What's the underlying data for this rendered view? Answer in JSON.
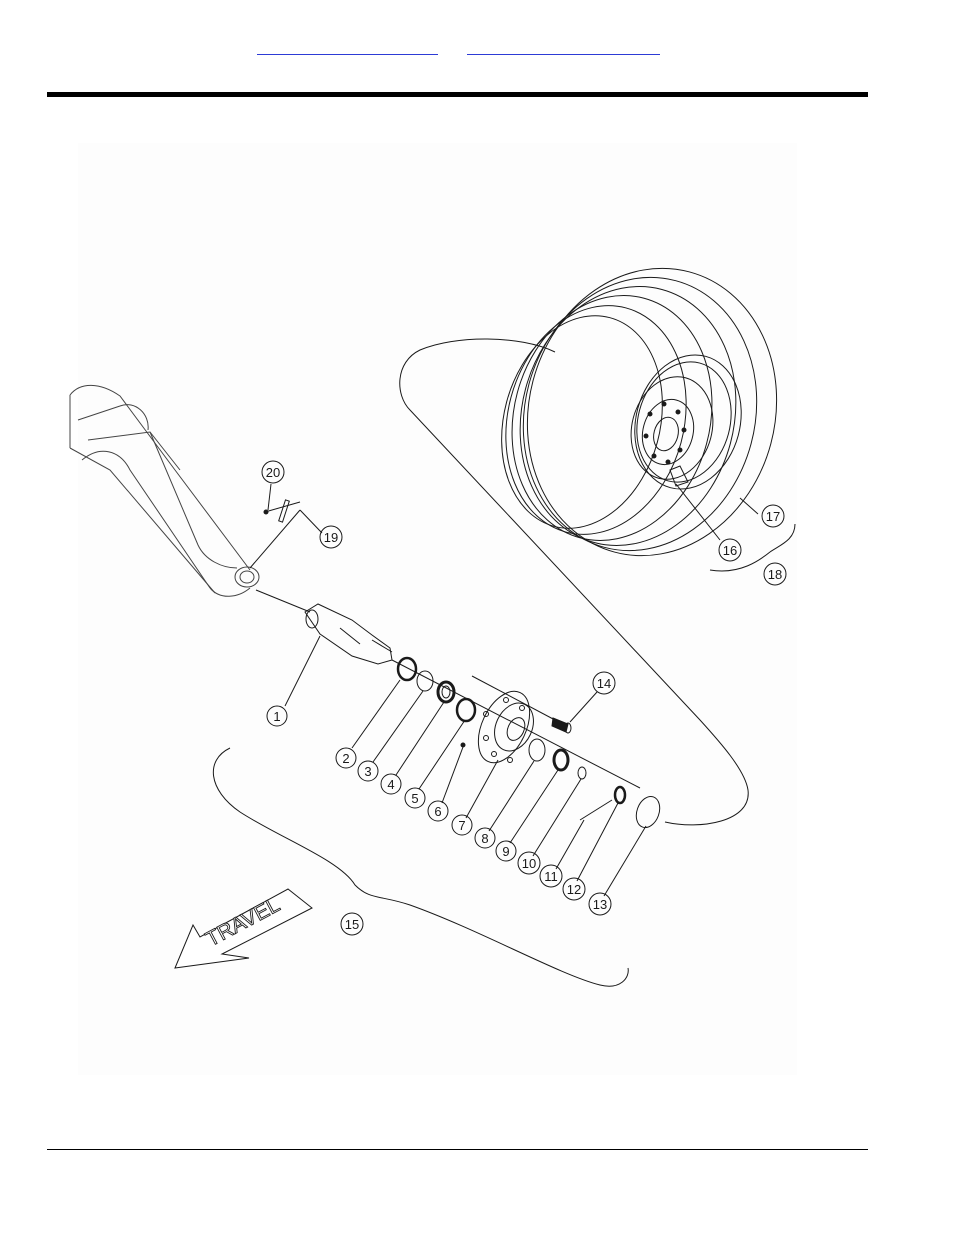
{
  "nav": {
    "link_left": "",
    "link_right": ""
  },
  "diagram": {
    "travel_label": "TRAVEL",
    "callouts": [
      "1",
      "2",
      "3",
      "4",
      "5",
      "6",
      "7",
      "8",
      "9",
      "10",
      "11",
      "12",
      "13",
      "14",
      "15",
      "16",
      "17",
      "18",
      "19",
      "20"
    ]
  },
  "colors": {
    "link": "#2d3bd6",
    "rule": "#000000",
    "line": "#1a1a1a"
  }
}
